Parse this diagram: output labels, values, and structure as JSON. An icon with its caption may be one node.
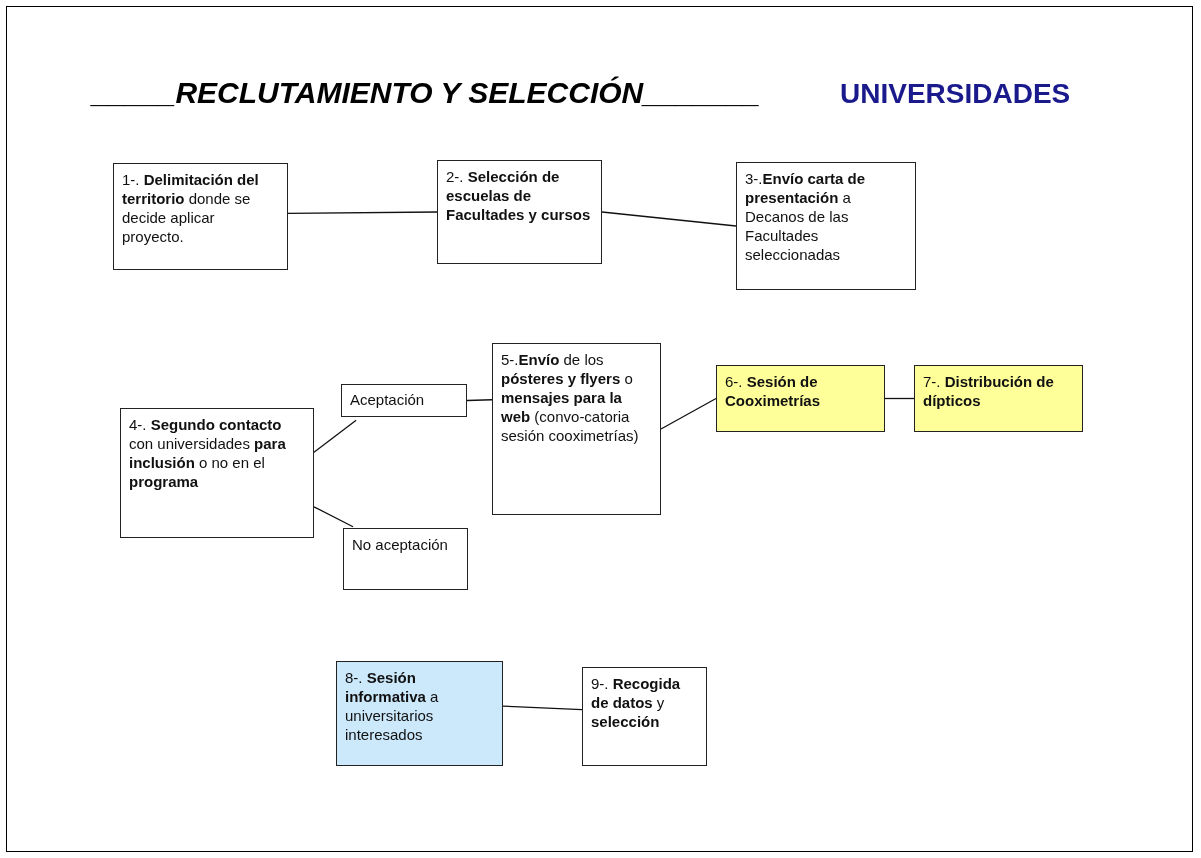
{
  "diagram": {
    "title": "_____RECLUTAMIENTO Y SELECCIÓN_______",
    "nodes": [
      {
        "text": [
          "1-. **Delimitación del territorio** donde se decide aplicar proyecto."
        ]
      },
      {
        "text": [
          "2-. **Selección de escuelas  de Facultades y cursos**"
        ]
      },
      {
        "text": [
          "3-.**Envío carta de presentación** a Decanos de las Facultades seleccionadas"
        ]
      },
      {
        "text": [
          "4-. **Segundo contacto** con universidades **para inclusión** o no en el **programa**"
        ]
      },
      {
        "text": [
          "Aceptación"
        ]
      },
      {
        "text": [
          "No aceptación"
        ]
      },
      {
        "text": [
          "5-.**Envío** de los **pósteres y flyers** o **mensajes para la web** (convo-catoria sesión cooximetrías)"
        ]
      },
      {
        "text": [
          "6-. **Sesión de Cooximetrías**"
        ]
      },
      {
        "text": [
          "7-. **Distribución de dípticos**"
        ]
      },
      {
        "text": [
          "8-. **Sesión informativa** a universitarios interesados"
        ]
      },
      {
        "text": [
          "9-. **Recogida de datos** y **selección**"
        ]
      }
    ],
    "edges": [
      {
        "from": 0,
        "to": 1,
        "arrow": "none"
      },
      {
        "from": 1,
        "to": 2,
        "arrow": "none"
      },
      {
        "from": 3,
        "to": 4,
        "arrow": "none"
      },
      {
        "from": 3,
        "to": 5,
        "arrow": "none"
      },
      {
        "from": 4,
        "to": 6,
        "arrow": "none"
      },
      {
        "from": 6,
        "to": 7,
        "arrow": "none"
      },
      {
        "from": 7,
        "to": 8,
        "arrow": "none"
      },
      {
        "from": 9,
        "to": 10,
        "arrow": "none"
      }
    ],
    "labels": [
      "UNIVERSIDADES"
    ]
  }
}
